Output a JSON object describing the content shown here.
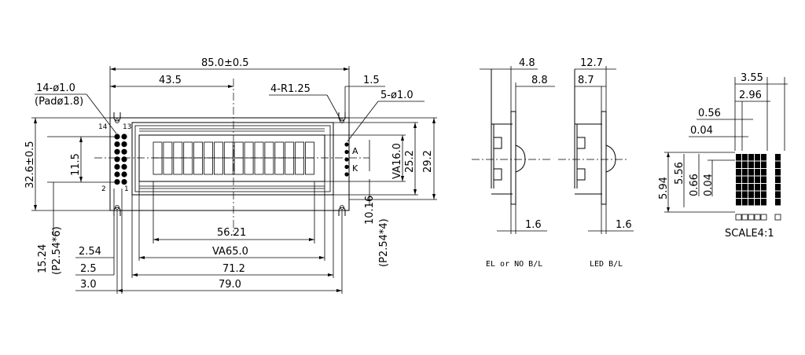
{
  "front_view": {
    "overall_width": "85.0±0.5",
    "offset_43_5": "43.5",
    "edge_1_5": "1.5",
    "pin_holes": "14-ø1.0",
    "pad_size": "(Padø1.8)",
    "mount_radius": "4-R1.25",
    "bl_holes": "5-ø1.0",
    "overall_height": "32.6±0.5",
    "pin_span": "11.5",
    "view_area_height": "VA16.0",
    "bezel_height": "25.2",
    "board_height": "29.2",
    "pin_14": "14",
    "pin_13": "13",
    "pin_2": "2",
    "pin_1": "1",
    "anode": "A",
    "cathode": "K",
    "active_width": "56.21",
    "view_area_width": "VA65.0",
    "bezel_width": "71.2",
    "total_79": "79.0",
    "pitch_2_54": "2.54",
    "edge_2_5": "2.5",
    "edge_3_0": "3.0",
    "pin_row_pos": "15.24",
    "pin_row_pitch": "(P2.54*6)",
    "bl_pos": "10.16",
    "bl_pitch": "(P2.54*4)"
  },
  "side_view_el": {
    "thickness_4_8": "4.8",
    "thickness_8_8": "8.8",
    "pcb": "1.6",
    "caption": "EL or NO B/L"
  },
  "side_view_led": {
    "thickness_12_7": "12.7",
    "thickness_8_7": "8.7",
    "pcb": "1.6",
    "caption": "LED B/L"
  },
  "char_detail": {
    "char_width": "3.55",
    "dot_pitch_x": "2.96",
    "dot_size": "0.56",
    "dot_gap": "0.04",
    "char_height": "5.94",
    "dot_rows": "5.56",
    "dot_size_v": "0.66",
    "dot_gap_v": "0.04",
    "scale": "SCALE4:1"
  }
}
